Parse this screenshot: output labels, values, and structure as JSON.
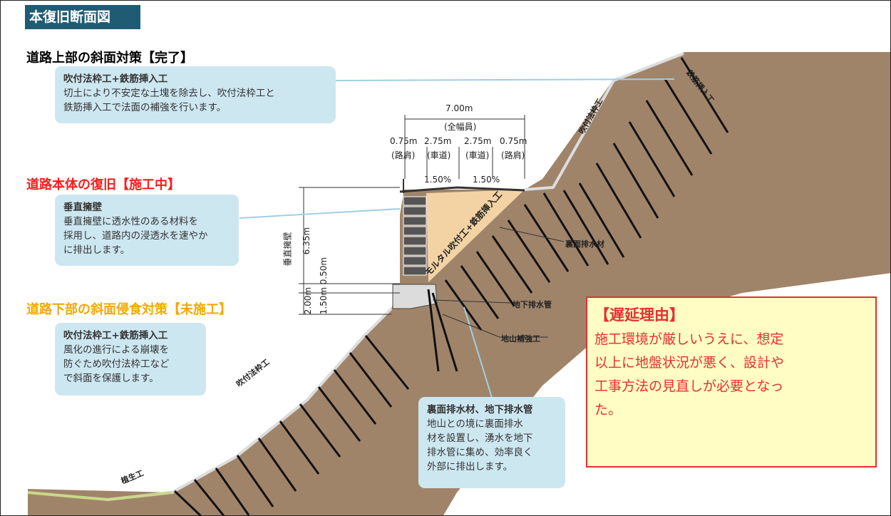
{
  "title": "本復旧断面図",
  "headings": {
    "upper": "道路上部の斜面対策【完了】",
    "body": "道路本体の復旧【施工中】",
    "lower": "道路下部の斜面侵食対策【未施工】"
  },
  "heading_colors": {
    "upper": "#000000",
    "body": "#ff1a1a",
    "lower": "#f5a800"
  },
  "callouts": {
    "upper_title": "吹付法枠工+鉄筋挿入工",
    "upper_text_1": "切土により不安定な土塊を除去し、吹付法枠工と",
    "upper_text_2": "鉄筋挿入工で法面の補強を行います。",
    "wall_title": "垂直擁壁",
    "wall_text_1": "垂直擁壁に透水性のある材料を",
    "wall_text_2": "採用し、道路内の浸透水を速やか",
    "wall_text_3": "に排出します。",
    "lower_title": "吹付法枠工+鉄筋挿入工",
    "lower_text_1": "風化の進行による崩壊を",
    "lower_text_2": "防ぐため吹付法枠工など",
    "lower_text_3": "で斜面を保護します。",
    "drain_title": "裏面排水材、地下排水管",
    "drain_text_1": "地山との境に裏面排水",
    "drain_text_2": "材を設置し、湧水を地下",
    "drain_text_3": "排水管に集め、効率良く",
    "drain_text_4": "外部に排出します。"
  },
  "delay": {
    "title": "【遅延理由】",
    "line_1": "施工環境が厳しいうえに、想定",
    "line_2": "以上に地盤状況が悪く、設計や",
    "line_3": "工事方法の見直しが必要となっ",
    "line_4": "た。"
  },
  "dimensions": {
    "total": "7.00m",
    "total_note": "(全幅員)",
    "w1": "0.75m",
    "w2": "2.75m",
    "w3": "2.75m",
    "w4": "0.75m",
    "n1": "(路肩)",
    "n2": "(車道)",
    "n3": "(車道)",
    "n4": "(路肩)",
    "slope_left": "1.50%",
    "slope_right": "1.50%",
    "h_total": "6.35m",
    "h_wall": "垂直擁壁",
    "h_050": "0.50m",
    "h_200": "2.00m",
    "h_150": "1.50m"
  },
  "labels": {
    "rebar_upper": "鉄筋挿入工",
    "frame_upper": "吹付法枠工",
    "mortar": "モルタル吹付工+鉄筋挿入工",
    "back_drain": "裏面排水材",
    "under_drain": "地下排水管",
    "ground_reinf": "地山補強工",
    "frame_lower": "吹付法枠工",
    "planting": "植生工"
  },
  "colors": {
    "soil": "#a0846a",
    "fill": "#f3d3a4",
    "callout": "#cde7f1",
    "banner": "#1f5c74",
    "delay_border": "#e53030",
    "delay_bg": "#fffdc4"
  }
}
